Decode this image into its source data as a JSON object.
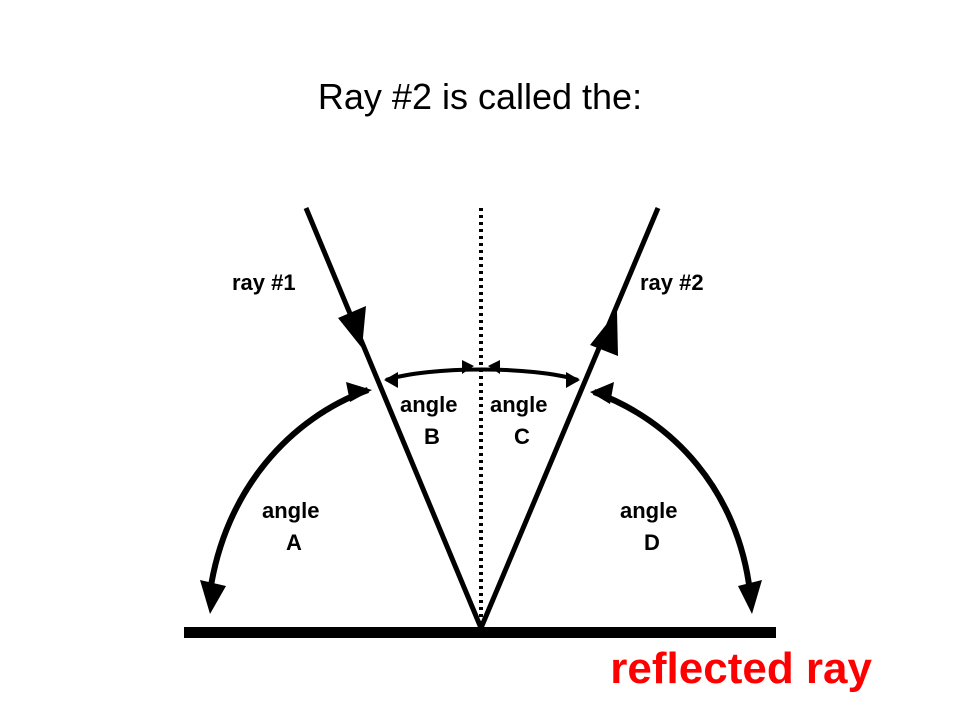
{
  "slide": {
    "question": "Ray #2 is called the:",
    "answer": "reflected ray",
    "answer_color": "#ff0000"
  },
  "diagram": {
    "ray1_label": "ray #1",
    "ray2_label": "ray #2",
    "angles": {
      "a": {
        "word": "angle",
        "letter": "A"
      },
      "b": {
        "word": "angle",
        "letter": "B"
      },
      "c": {
        "word": "angle",
        "letter": "C"
      },
      "d": {
        "word": "angle",
        "letter": "D"
      }
    }
  }
}
